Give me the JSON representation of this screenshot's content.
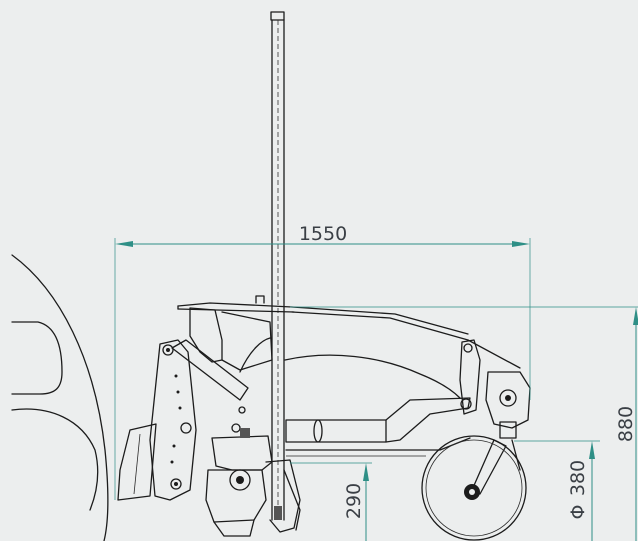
{
  "drawing": {
    "dimensions": {
      "width_value": "1550",
      "height_value": "880",
      "ground_clearance_value": "290",
      "wheel_diameter_symbol": "Φ",
      "wheel_diameter_value": "380"
    }
  },
  "colors": {
    "background": "#eceeee",
    "linework": "#1c1c1c",
    "dimension_lines": "#2e8f86",
    "dimension_text": "#3a3f45"
  }
}
